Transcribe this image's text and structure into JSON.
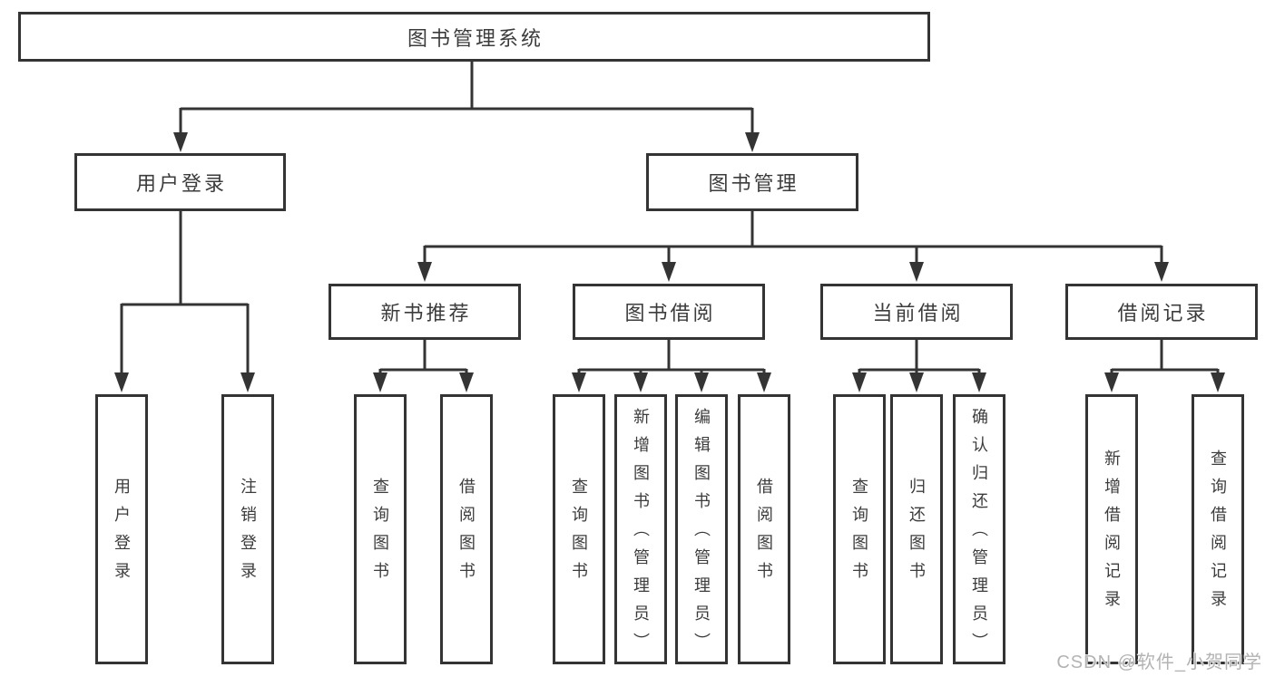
{
  "colors": {
    "line": "#343434",
    "text": "#3c3c3c",
    "background": "#ffffff",
    "watermark_color": "#b3b3b3"
  },
  "watermark": "CSDN @软件_小贺同学",
  "tree": {
    "root": {
      "label": "图书管理系统",
      "children": [
        {
          "label": "用户登录",
          "children": [
            {
              "label": "用户登录"
            },
            {
              "label": "注销登录"
            }
          ]
        },
        {
          "label": "图书管理",
          "children": [
            {
              "label": "新书推荐",
              "children": [
                {
                  "label": "查询图书"
                },
                {
                  "label": "借阅图书"
                }
              ]
            },
            {
              "label": "图书借阅",
              "children": [
                {
                  "label": "查询图书"
                },
                {
                  "label": "新增图书（管理员）"
                },
                {
                  "label": "编辑图书（管理员）"
                },
                {
                  "label": "借阅图书"
                }
              ]
            },
            {
              "label": "当前借阅",
              "children": [
                {
                  "label": "查询图书"
                },
                {
                  "label": "归还图书"
                },
                {
                  "label": "确认归还（管理员）"
                }
              ]
            },
            {
              "label": "借阅记录",
              "children": [
                {
                  "label": "新增借阅记录"
                },
                {
                  "label": "查询借阅记录"
                }
              ]
            }
          ]
        }
      ]
    }
  }
}
